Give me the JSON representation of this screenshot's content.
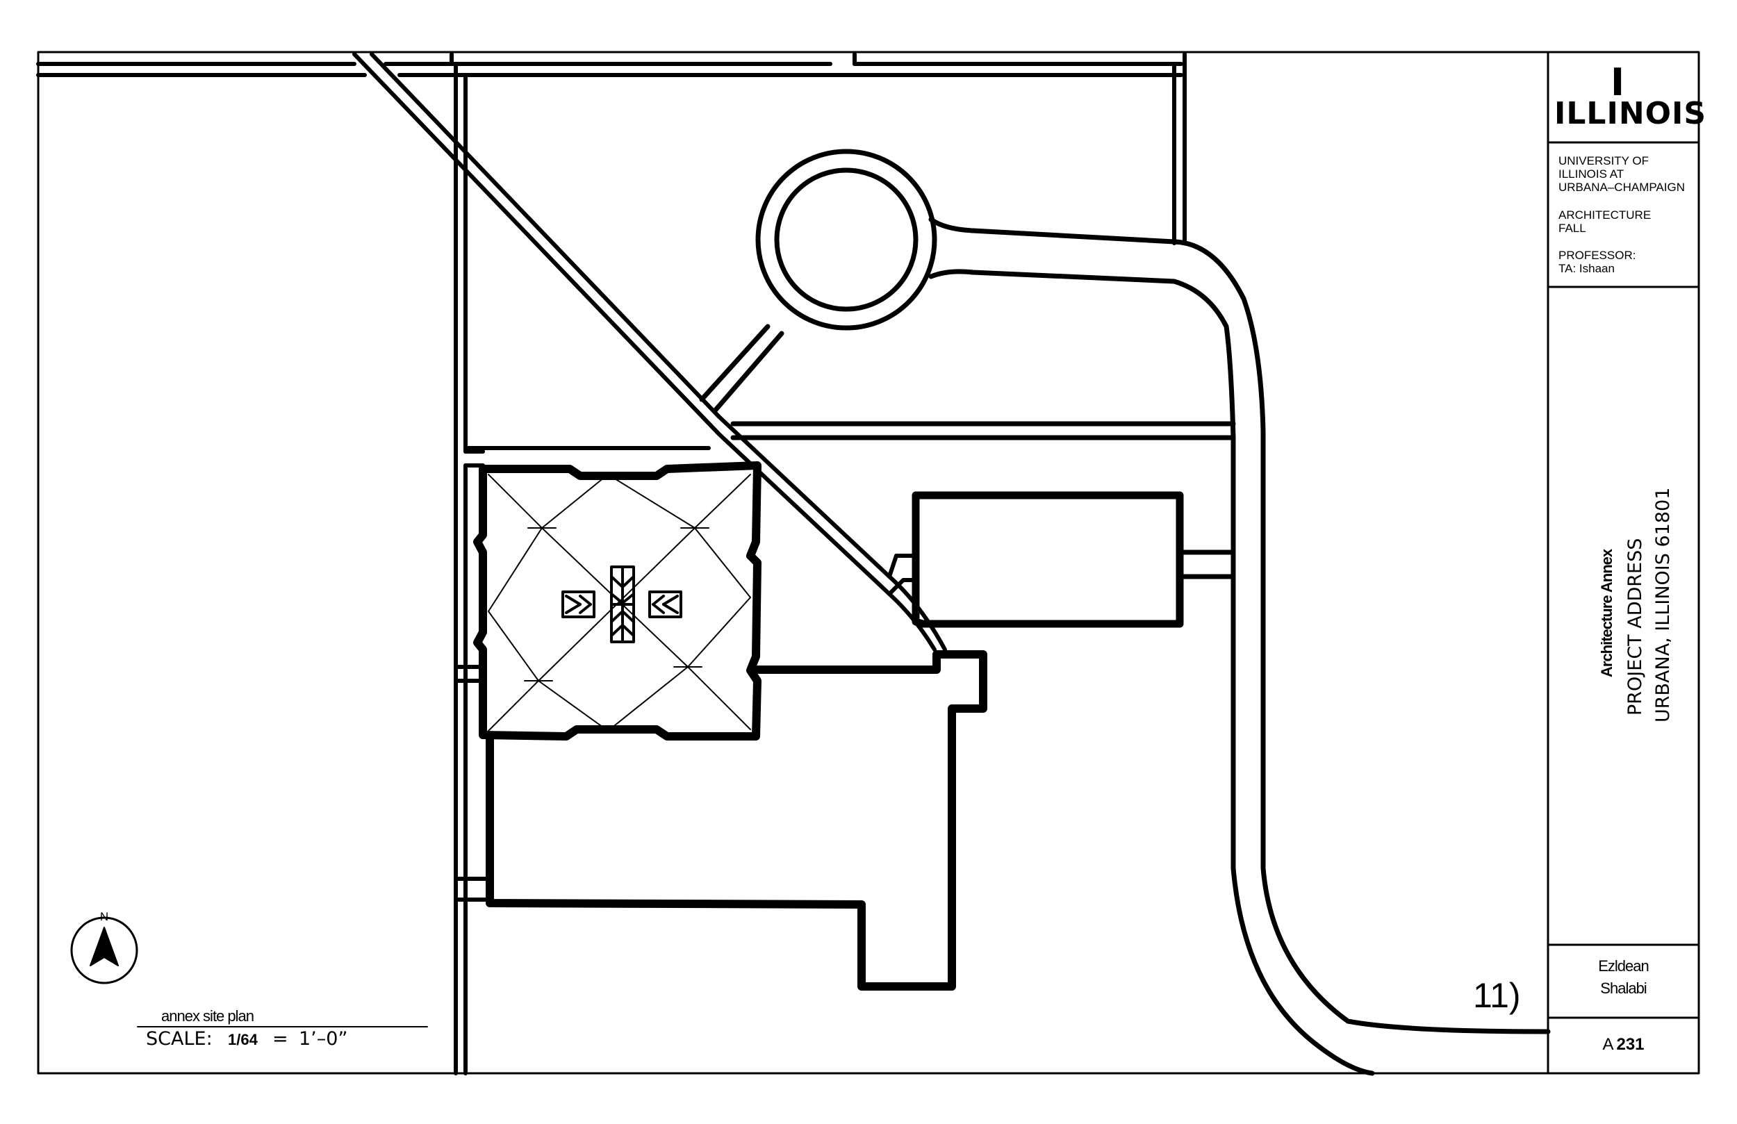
{
  "title_block": {
    "logo_mark": "I",
    "logo_text": "ILLINOIS",
    "school": "UNIVERSITY OF\nILLINOIS AT\nURBANA–CHAMPAIGN",
    "department": "ARCHITECTURE\nFALL",
    "professor": "PROFESSOR:",
    "ta": "TA: Ishaan",
    "project_name": "Architecture Annex",
    "project_address": "PROJECT ADDRESS",
    "city_line": "URBANA, ILLINOIS 61801",
    "student_first": "Ezldean",
    "student_last": "Shalabi",
    "sheet_prefix": "A",
    "sheet_number": "231"
  },
  "drawing": {
    "number": "11)",
    "title": "annex site plan",
    "scale_label": "SCALE:",
    "scale_value": "1/64",
    "scale_equals": "=",
    "scale_units": "1’–0”",
    "north_label": "N"
  },
  "icons": [
    "north-arrow-icon",
    "illinois-block-i-icon",
    "skylight-cross-icon"
  ],
  "colors": {
    "ink": "#000000",
    "paper": "#ffffff"
  }
}
